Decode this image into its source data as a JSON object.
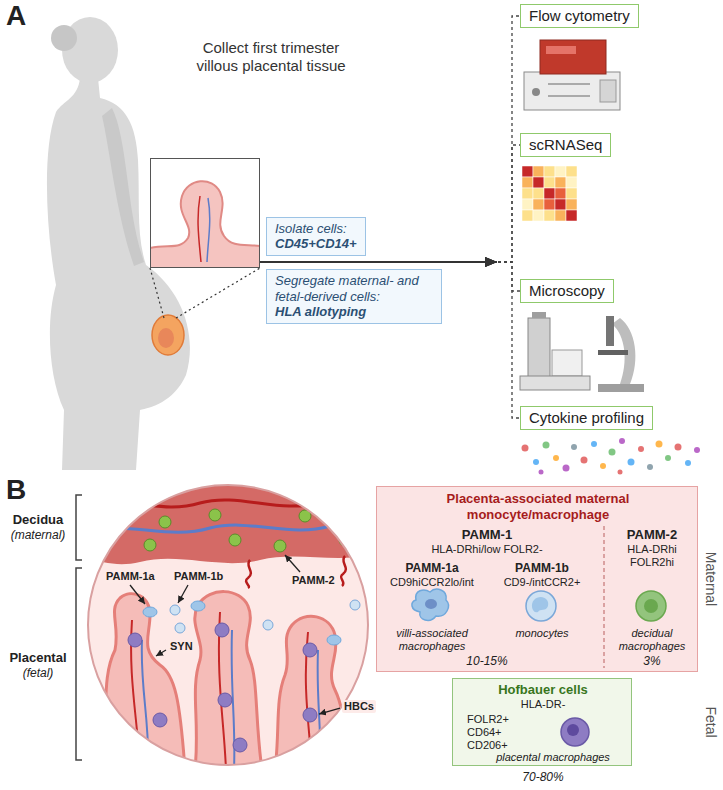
{
  "diagram": {
    "nodes": [
      {
        "text": [
          "Collect first trimester villous placental tissue"
        ]
      },
      {
        "text": [
          "Isolate cells:",
          "CD45+CD14+"
        ]
      },
      {
        "text": [
          "Segregate maternal- and fetal-derived cells:",
          "HLA allotyping"
        ]
      },
      {
        "text": [
          "Flow cytometry"
        ]
      },
      {
        "text": [
          "scRNASeq"
        ]
      },
      {
        "text": [
          "Microscopy"
        ]
      },
      {
        "text": [
          "Cytokine profiling"
        ]
      },
      {
        "text": [
          "Placenta-associated maternal monocyte/macrophage",
          "PAMM-1",
          "HLA-DRhi/low FOLR2-",
          "PAMM-1a",
          "CD9hiCCR2lo/int",
          "PAMM-1b",
          "CD9-/intCCR2+",
          "villi-associated macrophages",
          "monocytes",
          "10-15%",
          "PAMM-2",
          "HLA-DRhi FOLR2hi",
          "decidual macrophages",
          "3%"
        ]
      },
      {
        "text": [
          "Hofbauer cells",
          "HLA-DR-",
          "FOLR2+ CD64+ CD206+",
          "placental macrophages",
          "70-80%"
        ]
      }
    ],
    "edges": [
      {
        "from": 0,
        "to": 3,
        "arrow": "to"
      },
      {
        "from": 0,
        "to": 4,
        "arrow": "to"
      },
      {
        "from": 0,
        "to": 5,
        "arrow": "to"
      },
      {
        "from": 0,
        "to": 6,
        "arrow": "to"
      }
    ],
    "labels": [
      "A",
      "B",
      "Decidua",
      "(maternal)",
      "Placental",
      "(fetal)",
      "PAMM-1a",
      "PAMM-1b",
      "PAMM-2",
      "SYN",
      "HBCs",
      "Maternal",
      "Fetal"
    ]
  }
}
